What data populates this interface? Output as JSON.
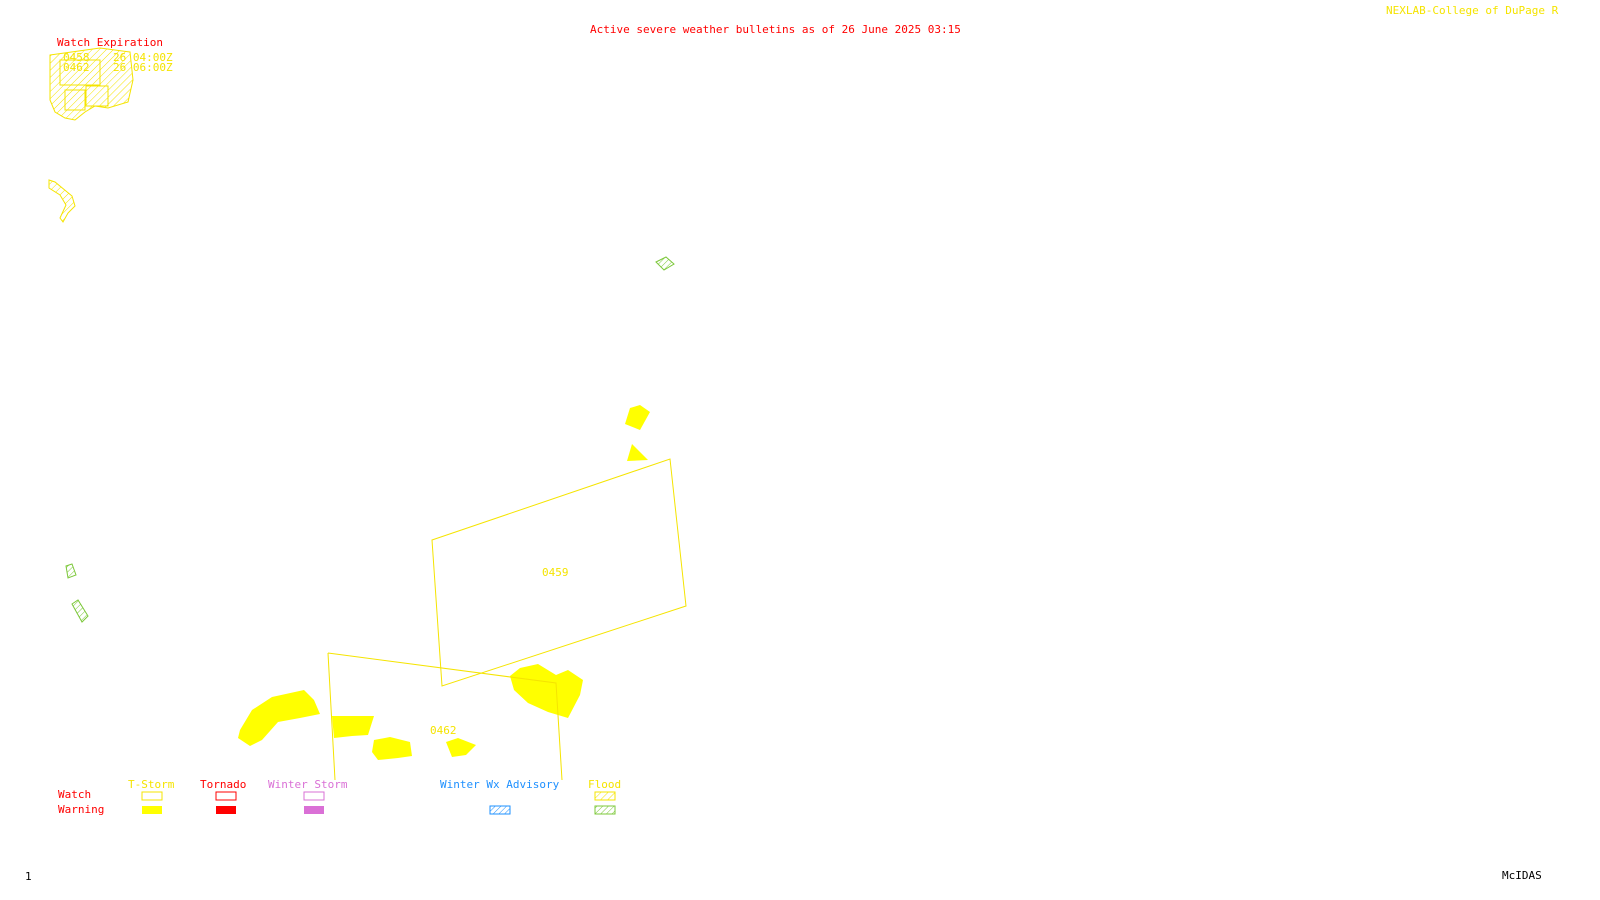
{
  "header": {
    "title": "Active severe weather bulletins as of 26 June 2025 03:15",
    "credit": "NEXLAB-College of DuPage R"
  },
  "inset": {
    "label": "Watch Expiration",
    "rows": [
      {
        "id": "0458",
        "time": "26 04:00Z"
      },
      {
        "id": "0462",
        "time": "26 06:00Z"
      }
    ]
  },
  "watches": [
    {
      "id": "0459",
      "type": "T-Storm"
    },
    {
      "id": "0462",
      "type": "T-Storm"
    }
  ],
  "legend": {
    "row_labels": {
      "watch": "Watch",
      "warning": "Warning"
    },
    "categories": [
      {
        "label": "T-Storm",
        "color": "#f5e400",
        "watch_style": "outline",
        "warning_style": "solid"
      },
      {
        "label": "Tornado",
        "color": "#ff0000",
        "watch_style": "outline",
        "warning_style": "solid"
      },
      {
        "label": "Winter Storm",
        "color": "#da70d6",
        "watch_style": "outline",
        "warning_style": "solid"
      },
      {
        "label": "Winter Wx Advisory",
        "color": "#1e90ff",
        "watch_style": "none",
        "warning_style": "hatched"
      },
      {
        "label": "Flood",
        "color": "#f5e400",
        "watch_style": "hatched",
        "warning_style": "hatched",
        "warning_color": "#7cc83a"
      }
    ]
  },
  "footer": {
    "frame_number": "1",
    "software": "McIDAS"
  },
  "colors": {
    "title": "#ff0000",
    "tstorm": "#ffff00",
    "flood_warning": "#7cc83a",
    "credit": "#f5e400",
    "text": "#000000"
  }
}
